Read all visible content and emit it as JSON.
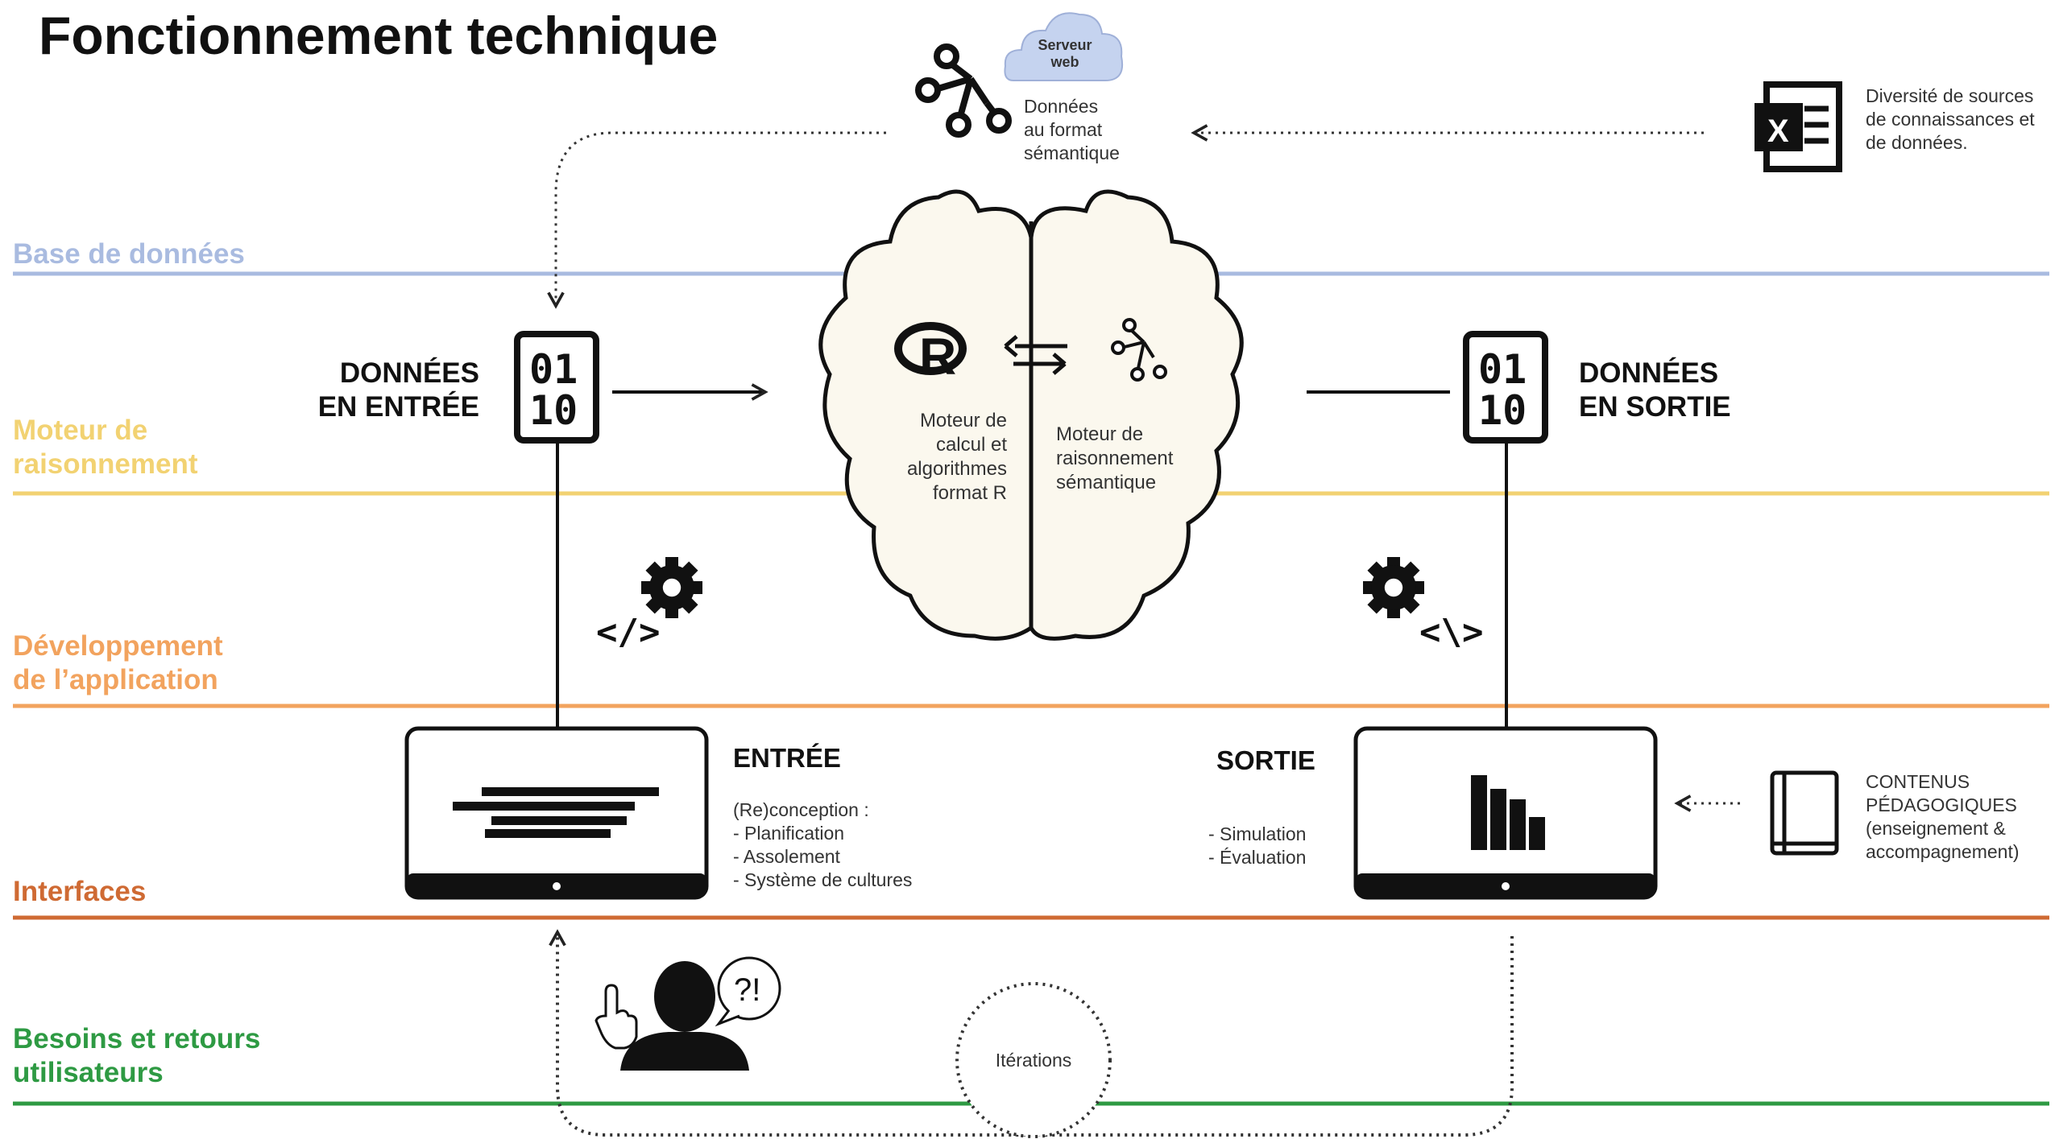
{
  "title": "Fonctionnement technique",
  "colors": {
    "database": "#a9bbe0",
    "reasoning": "#f2d272",
    "development": "#f2a35e",
    "interfaces": "#cf6a33",
    "users": "#2e9a43",
    "cloud_fill": "#fbf8ee",
    "server_cloud": "#c5d3ef"
  },
  "layers": {
    "database": "Base de données",
    "reasoning": "Moteur de\nraisonnement",
    "development": "Développement\nde l’application",
    "interfaces": "Interfaces",
    "users": "Besoins et retours\nutilisateurs"
  },
  "top": {
    "server_line1": "Serveur",
    "server_line2": "web",
    "semantic_data": "Données\nau format\nsémantique",
    "sources": "Diversité de sources\nde connaissances et\nde données.",
    "excel_letter": "X"
  },
  "data_in": {
    "label": "DONNÉES\nEN ENTRÉE",
    "bits1": "01",
    "bits2": "10"
  },
  "data_out": {
    "label": "DONNÉES\nEN SORTIE",
    "bits1": "01",
    "bits2": "10"
  },
  "engine": {
    "r_letter": "R",
    "r_engine": "Moteur de\ncalcul et\nalgorithmes\nformat R",
    "semantic_engine": "Moteur de\nraisonnement\nsémantique"
  },
  "code_symbols": {
    "left": "</>",
    "right": "<\\>"
  },
  "input_screen": {
    "title": "ENTRÉE",
    "items": "(Re)conception :\n- Planification\n- Assolement\n- Système de cultures"
  },
  "output_screen": {
    "title": "SORTIE",
    "items": "- Simulation\n- Évaluation"
  },
  "pedagogy": "CONTENUS\nPÉDAGOGIQUES\n(enseignement &\naccompagnement)",
  "user": {
    "bubble": "?!"
  },
  "iterations": "Itérations"
}
